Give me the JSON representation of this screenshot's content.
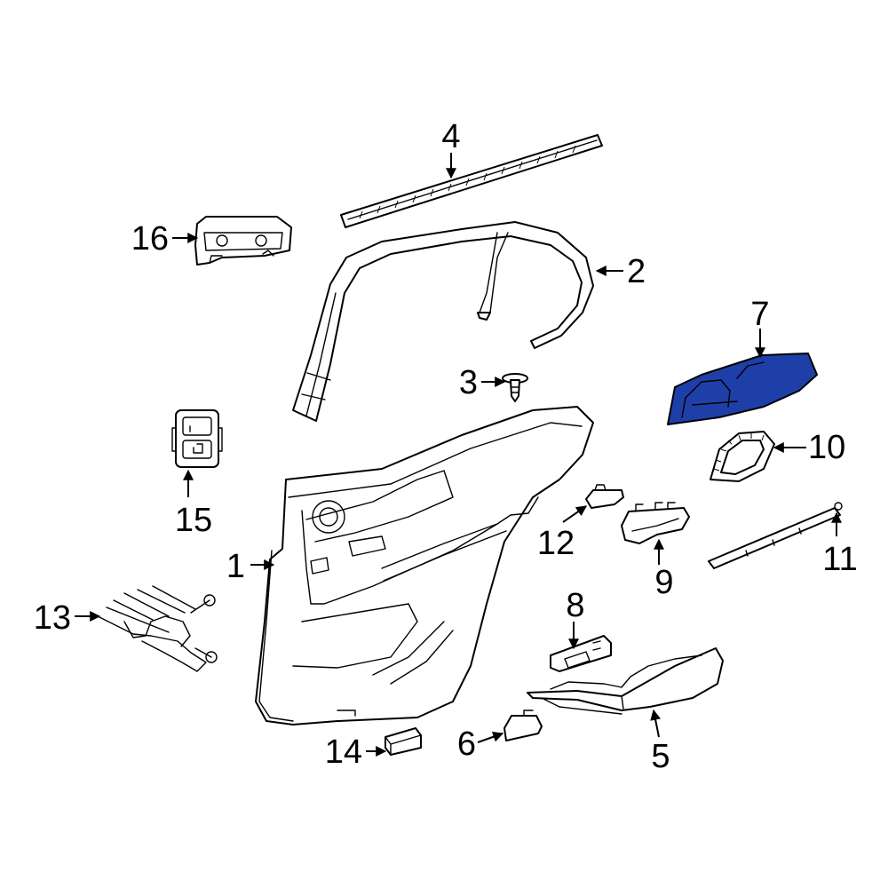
{
  "diagram": {
    "highlight_color": "#1f3fa8",
    "highlighted_part": "7",
    "callouts": [
      {
        "id": "1",
        "label": "1"
      },
      {
        "id": "2",
        "label": "2"
      },
      {
        "id": "3",
        "label": "3"
      },
      {
        "id": "4",
        "label": "4"
      },
      {
        "id": "5",
        "label": "5"
      },
      {
        "id": "6",
        "label": "6"
      },
      {
        "id": "7",
        "label": "7"
      },
      {
        "id": "8",
        "label": "8"
      },
      {
        "id": "9",
        "label": "9"
      },
      {
        "id": "10",
        "label": "10"
      },
      {
        "id": "11",
        "label": "11"
      },
      {
        "id": "12",
        "label": "12"
      },
      {
        "id": "13",
        "label": "13"
      },
      {
        "id": "14",
        "label": "14"
      },
      {
        "id": "15",
        "label": "15"
      },
      {
        "id": "16",
        "label": "16"
      }
    ]
  }
}
